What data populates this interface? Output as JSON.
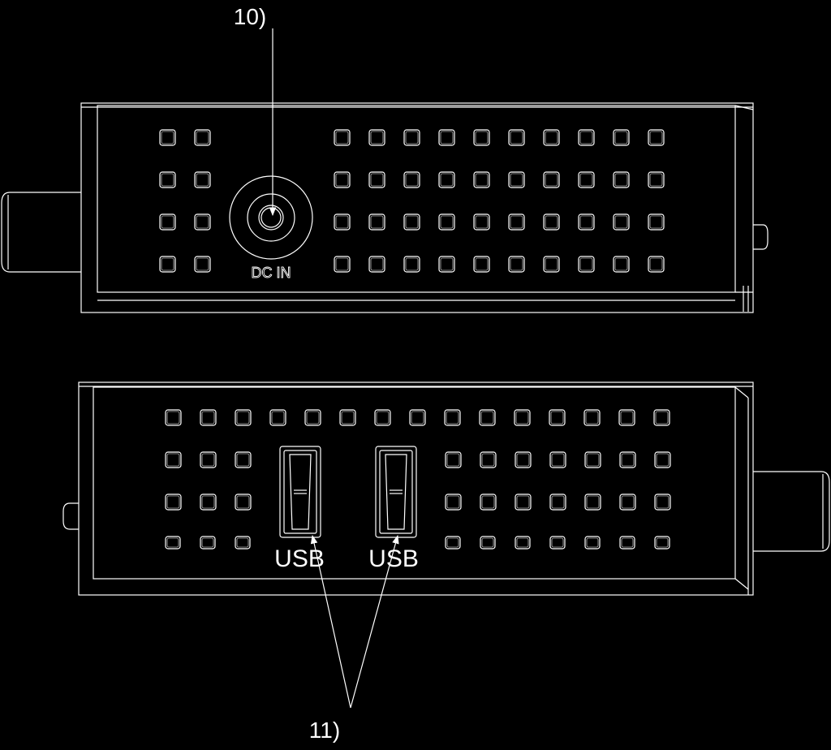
{
  "colors": {
    "background": "#000000",
    "line": "#ffffff"
  },
  "callouts": {
    "dc_in_number": "10)",
    "usb_number": "11)"
  },
  "labels": {
    "dc_in": "DC IN",
    "usb_left": "USB",
    "usb_right": "USB"
  }
}
